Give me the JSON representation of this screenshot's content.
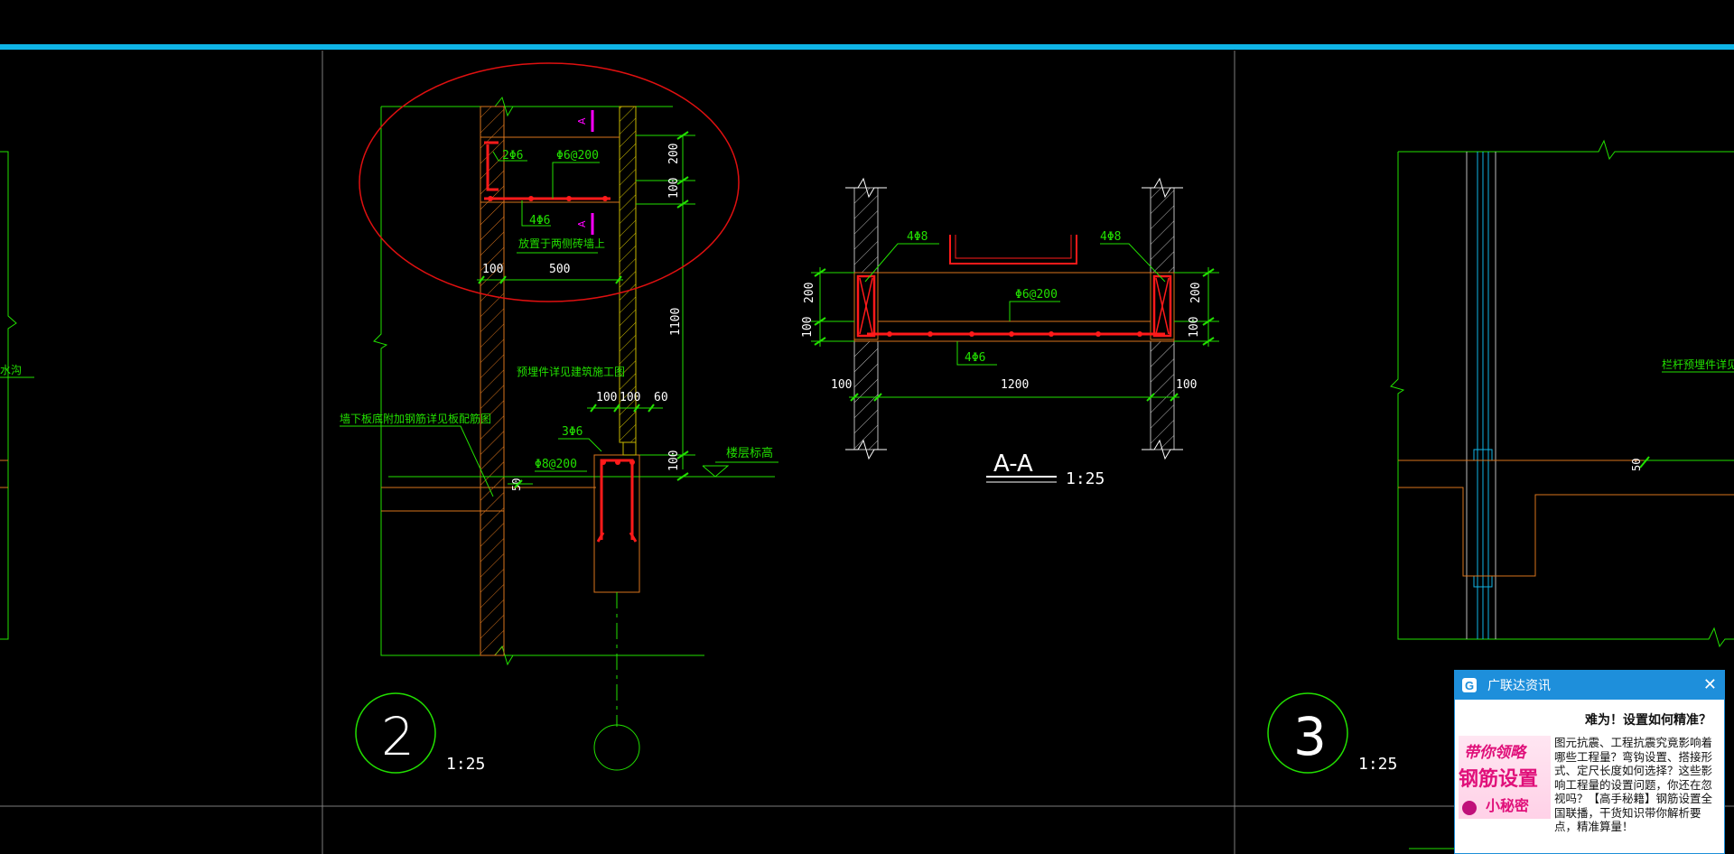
{
  "drawing": {
    "detail_2": {
      "number": "2",
      "scale": "1:25",
      "labels": {
        "rebar_top": "2Φ6",
        "stirrup_top": "Φ6@200",
        "rebar_bottom": "4Φ6",
        "section_mark_1": "A",
        "section_mark_2": "A",
        "note_fix": "放置于两侧砖墙上",
        "note_detail": "预埋件详见建筑施工图",
        "note_anchor": "墙下板底附加钢筋详见板配筋图",
        "note_floor": "楼层标高",
        "rebar_3": "3Φ6",
        "rebar_4": "Φ8@200"
      },
      "dims": {
        "d100a": "100",
        "d500": "500",
        "d200": "200",
        "d100b": "100",
        "d1100": "1100",
        "d100c": "100",
        "d100d": "100",
        "d60": "60",
        "d100e": "100",
        "d50": "50"
      }
    },
    "section_aa": {
      "title": "A-A",
      "scale": "1:25",
      "labels": {
        "rebar_left": "4Φ8",
        "rebar_right": "4Φ8",
        "stirrup": "Φ6@200",
        "bottom": "4Φ6"
      },
      "dims": {
        "l200": "200",
        "l100": "100",
        "r200": "200",
        "r100": "100",
        "b100l": "100",
        "b1200": "1200",
        "b100r": "100"
      }
    },
    "detail_3": {
      "number": "3",
      "scale": "1:25",
      "labels": {
        "note_rail": "栏杆预埋件详见建筑",
        "dim50": "50"
      }
    },
    "left_fragment": {
      "label": "水沟"
    }
  },
  "popup": {
    "title": "广联达资讯",
    "close_icon": "close-icon",
    "logo_letter": "G",
    "headline": "难为！设置如何精准？",
    "image_text_1": "带你领略",
    "image_text_2": "钢筋设置",
    "image_text_3": "小秘密",
    "body": "图元抗震、工程抗震究竟影响着哪些工程量？弯钩设置、搭接形式、定尺长度如何选择？这些影响工程量的设置问题，你还在忽视吗？【高手秘籍】钢筋设置全国联播，干货知识带你解析要点，精准算量！"
  },
  "colors": {
    "background": "#000000",
    "frame_blue": "#0fb4e6",
    "line_green": "#22e000",
    "rebar_red": "#ff1a1a",
    "concrete_orange": "#d9741c",
    "hatch_yellow": "#c8b800",
    "magenta": "#ff00ff",
    "annotation_red": "#e01010",
    "grey_line": "#7d7d7d"
  }
}
